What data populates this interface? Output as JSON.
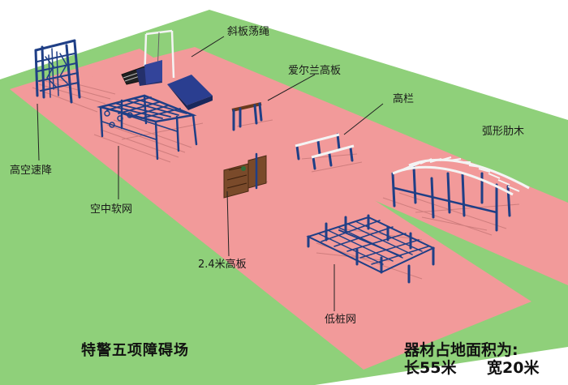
{
  "title": "特警五项障碍场",
  "area": {
    "line1": "器材占地面积为:",
    "line2_length": "长55米",
    "line2_width": "宽20米"
  },
  "labels": {
    "slant_board_rope": "斜板荡绳",
    "irish_wall": "爱尔兰高板",
    "high_hurdle": "高栏",
    "arc_ladder": "弧形肋木",
    "high_descent": "高空速降",
    "aerial_net": "空中软网",
    "high_board_2_4": "2.4米高板",
    "low_pile_net": "低桩网"
  },
  "colors": {
    "grass": "#8fd07a",
    "track": "#f29a9a",
    "frame_blue": "#1f3f86"
  }
}
